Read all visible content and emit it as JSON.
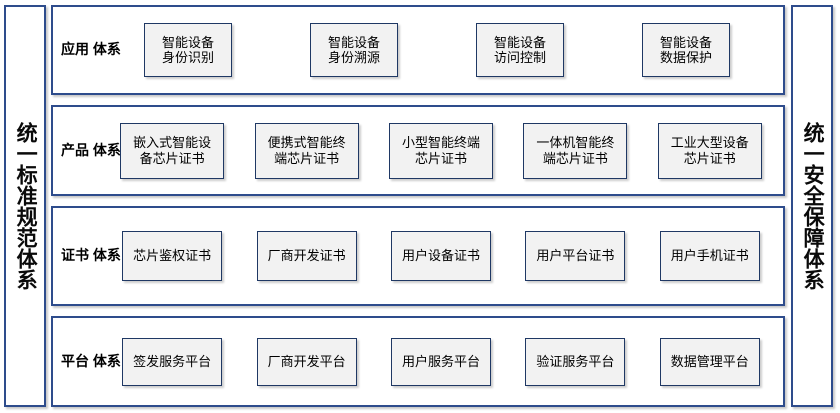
{
  "diagram": {
    "left_panel": {
      "label": "统一标准规范体系"
    },
    "right_panel": {
      "label": "统一安全保障体系"
    },
    "rows": [
      {
        "label": "应用\n体系",
        "boxes": [
          "智能设备\n身份识别",
          "智能设备\n身份溯源",
          "智能设备\n访问控制",
          "智能设备\n数据保护"
        ]
      },
      {
        "label": "产品\n体系",
        "boxes": [
          "嵌入式智能设\n备芯片证书",
          "便携式智能终\n端芯片证书",
          "小型智能终端\n芯片证书",
          "一体机智能终\n端芯片证书",
          "工业大型设备\n芯片证书"
        ]
      },
      {
        "label": "证书\n体系",
        "boxes": [
          "芯片鉴权证书",
          "厂商开发证书",
          "用户设备证书",
          "用户平台证书",
          "用户手机证书"
        ]
      },
      {
        "label": "平台\n体系",
        "boxes": [
          "签发服务平台",
          "厂商开发平台",
          "用户服务平台",
          "验证服务平台",
          "数据管理平台"
        ]
      }
    ]
  },
  "colors": {
    "panel_border": "#2E4C8C",
    "box_border": "#1F3864",
    "box_fill": "#F2F2F2",
    "background": "#FFFFFF",
    "text": "#000000"
  }
}
